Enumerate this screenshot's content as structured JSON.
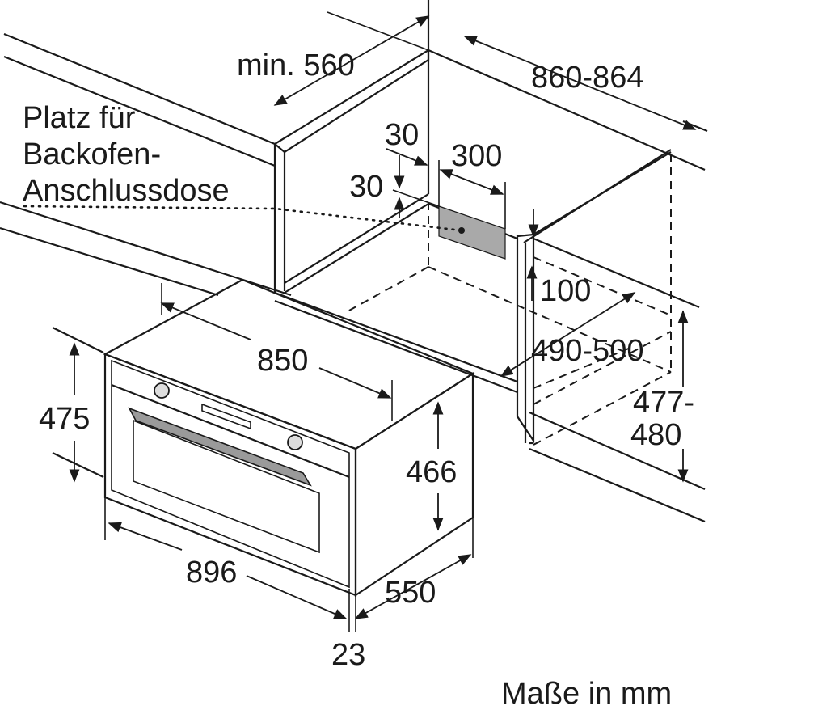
{
  "labels": {
    "min_560": "min. 560",
    "w_860_864": "860-864",
    "platz_line1": "Platz für",
    "platz_line2": "Backofen-",
    "platz_line3": "Anschlussdose",
    "d30_top": "30",
    "d300": "300",
    "d30_left": "30",
    "d100": "100",
    "d490_500": "490-500",
    "d477": "477-",
    "d480": "480",
    "d850": "850",
    "d475": "475",
    "d466": "466",
    "d896": "896",
    "d550": "550",
    "d23": "23",
    "units": "Maße in mm"
  },
  "colors": {
    "line": "#1a1a1a",
    "socket_area": "#a9a9a9",
    "handle": "#9a9a9a"
  }
}
